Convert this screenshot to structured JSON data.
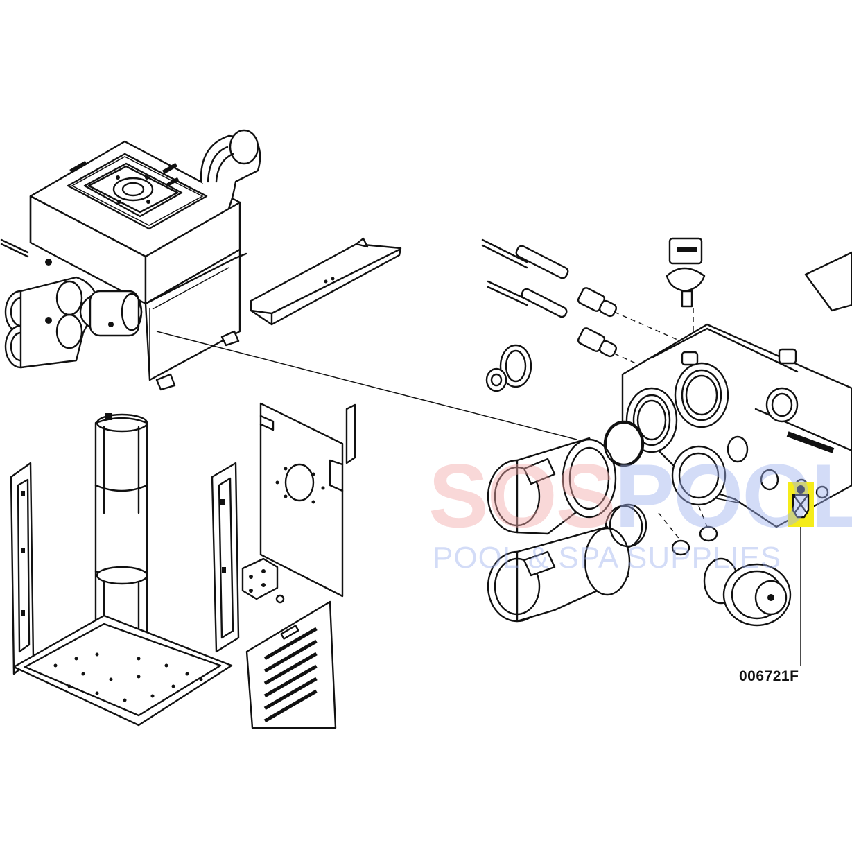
{
  "callout": {
    "part_number": "006721F",
    "highlight_color": "#f5ec1a"
  },
  "watermark": {
    "brand_part_1": "SOS",
    "brand_part_2": "POOL",
    "tagline": "POOL & SPA SUPPLIES",
    "brand_color_1": "#f2a9a9",
    "brand_color_2": "#9fb2ef"
  },
  "diagram": {
    "line_color": "#111111",
    "background": "#ffffff"
  }
}
